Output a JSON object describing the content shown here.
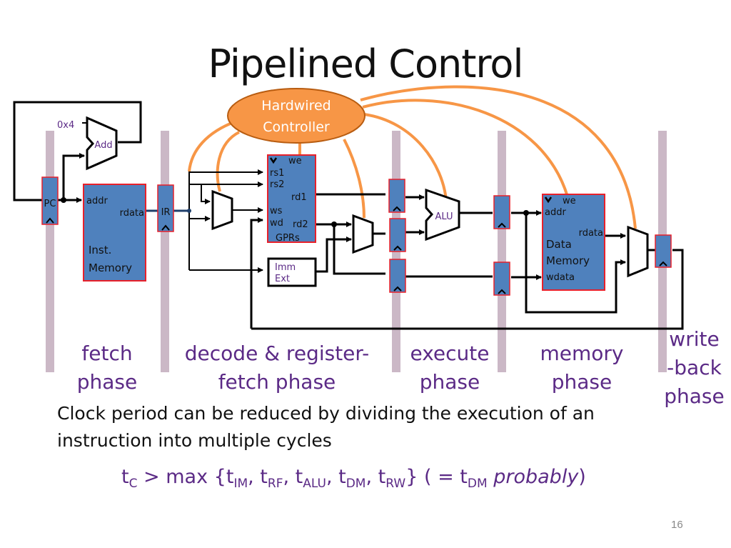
{
  "slide": {
    "title": "Pipelined Control",
    "page_number": "16"
  },
  "controller": {
    "line1": "Hardwired",
    "line2": "Controller"
  },
  "components": {
    "const4": "0x4",
    "adder": "Add",
    "pc": "PC",
    "imem_addr": "addr",
    "imem_rdata": "rdata",
    "imem_name1": "Inst.",
    "imem_name2": "Memory",
    "ir": "IR",
    "gpr_we": "we",
    "gpr_rs1": "rs1",
    "gpr_rs2": "rs2",
    "gpr_rd1": "rd1",
    "gpr_ws": "ws",
    "gpr_wd": "wd",
    "gpr_rd2": "rd2",
    "gpr_name": "GPRs",
    "imm1": "Imm",
    "imm2": "Ext",
    "alu": "ALU",
    "dmem_we": "we",
    "dmem_addr": "addr",
    "dmem_rdata": "rdata",
    "dmem_name1": "Data",
    "dmem_name2": "Memory",
    "dmem_wdata": "wdata"
  },
  "phases": [
    {
      "line1": "fetch",
      "line2": "phase"
    },
    {
      "line1": "decode & register-",
      "line2": "fetch phase"
    },
    {
      "line1": "execute",
      "line2": "phase"
    },
    {
      "line1": "memory",
      "line2": "phase"
    },
    {
      "line1": "write",
      "line2": "-back",
      "line3": "phase"
    }
  ],
  "bullet": "Clock period can be reduced by dividing the execution of an instruction into multiple cycles",
  "formula": {
    "t": "t",
    "c": "C",
    "gt_max": " > max {",
    "terms": [
      "IM",
      "RF",
      "ALU",
      "DM",
      "RW"
    ],
    "sep": ", ",
    "close": "} ( = ",
    "dm": "DM",
    "probably": "probably",
    "end": ")"
  },
  "colors": {
    "block_fill": "#4f81bd",
    "block_border": "#e8202a",
    "pipeline_bar": "#cbb8c6",
    "control_wire": "#f79646",
    "label_purple": "#5b2a86"
  }
}
